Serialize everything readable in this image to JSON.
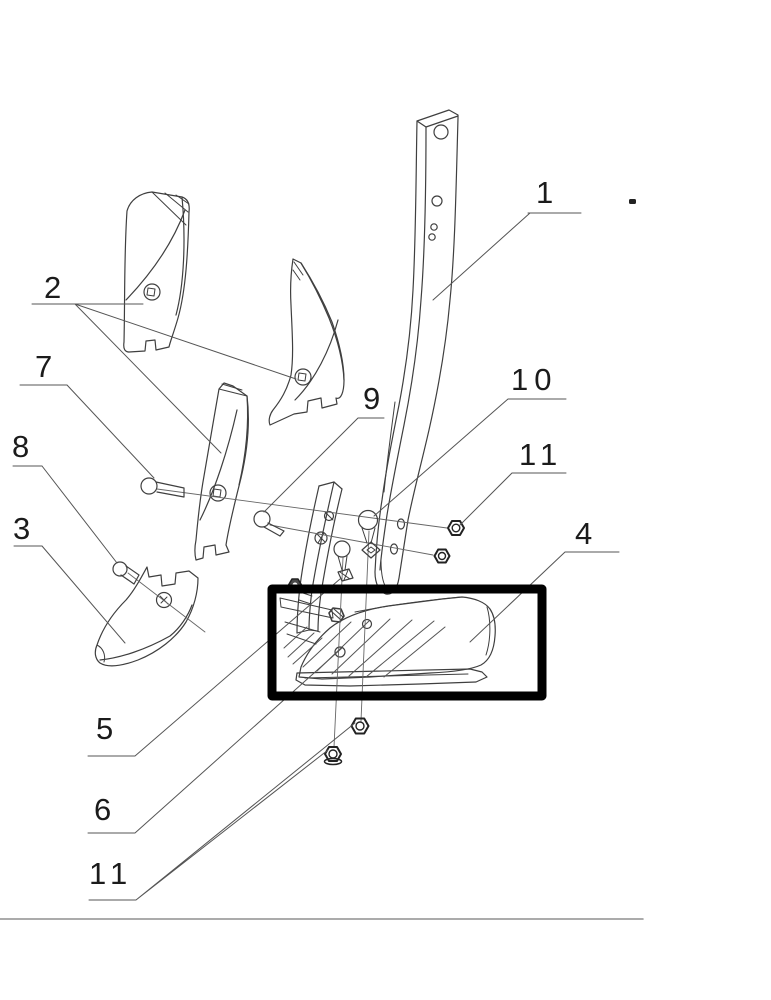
{
  "figure": {
    "type": "exploded-parts-diagram",
    "background": "#ffffff",
    "ink_color": "#3f3f3f",
    "leader_color": "#555555",
    "highlight_color": "#000000",
    "baseline_color": "#8f8f8f",
    "callouts": [
      {
        "id": "1",
        "text": "1"
      },
      {
        "id": "2",
        "text": "2"
      },
      {
        "id": "7",
        "text": "7"
      },
      {
        "id": "8",
        "text": "8"
      },
      {
        "id": "3",
        "text": "3"
      },
      {
        "id": "9",
        "text": "9"
      },
      {
        "id": "10",
        "text": "10"
      },
      {
        "id": "11-top",
        "text": "11"
      },
      {
        "id": "4",
        "text": "4"
      },
      {
        "id": "5",
        "text": "5"
      },
      {
        "id": "6",
        "text": "6"
      },
      {
        "id": "11-bottom",
        "text": "11"
      }
    ]
  }
}
